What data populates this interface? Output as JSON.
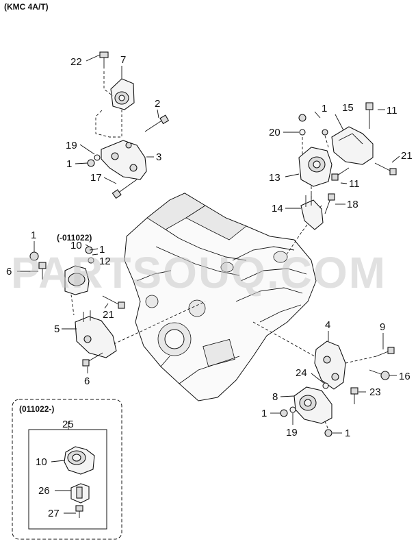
{
  "header": {
    "model_code": "(KMC 4A/T)"
  },
  "watermark": {
    "text": "PARTSOUQ.COM"
  },
  "date_notes": {
    "upper_mount": "(-011022)",
    "inset_box": "(011022-)"
  },
  "callouts": {
    "c22": "22",
    "c7": "7",
    "c2": "2",
    "c19_top": "19",
    "c1_top": "1",
    "c3": "3",
    "c17": "17",
    "c1_right": "1",
    "c15": "15",
    "c11_top": "11",
    "c20": "20",
    "c21_right": "21",
    "c13": "13",
    "c11_mid": "11",
    "c14": "14",
    "c18": "18",
    "c1_left": "1",
    "c10": "10",
    "c1_upper": "1",
    "c12": "12",
    "c6_top": "6",
    "c21_left": "21",
    "c5": "5",
    "c6_bottom": "6",
    "c4": "4",
    "c9": "9",
    "c24": "24",
    "c16": "16",
    "c8": "8",
    "c23": "23",
    "c1_low_left": "1",
    "c19_low": "19",
    "c1_low_right": "1",
    "c25": "25",
    "c10_inset": "10",
    "c26": "26",
    "c27": "27"
  }
}
